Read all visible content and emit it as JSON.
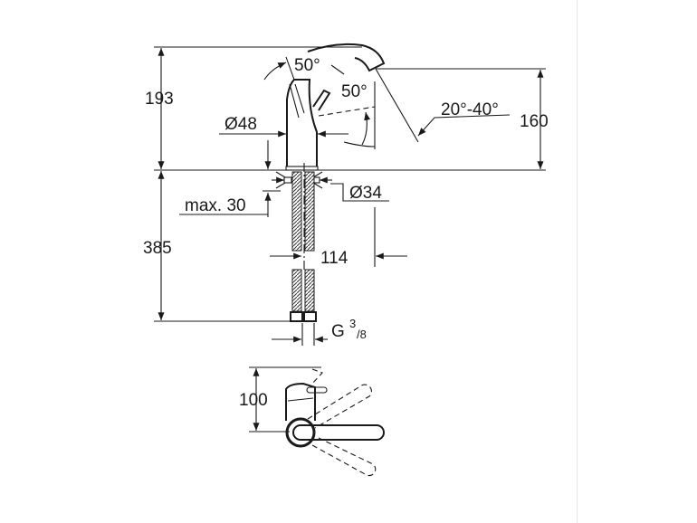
{
  "drawing": {
    "side_view": {
      "height_total": "193",
      "spout_height": "160",
      "handle_angle_1": "50°",
      "handle_angle_2": "50°",
      "spout_swivel": "20°-40°",
      "body_diameter": "Ø48",
      "hole_diameter": "Ø34",
      "max_deck_thickness": "max. 30",
      "hose_length": "385",
      "spout_reach": "114",
      "connection_thread": "G",
      "thread_num": "3",
      "thread_den": "/8"
    },
    "top_view": {
      "handle_clearance": "100"
    }
  }
}
